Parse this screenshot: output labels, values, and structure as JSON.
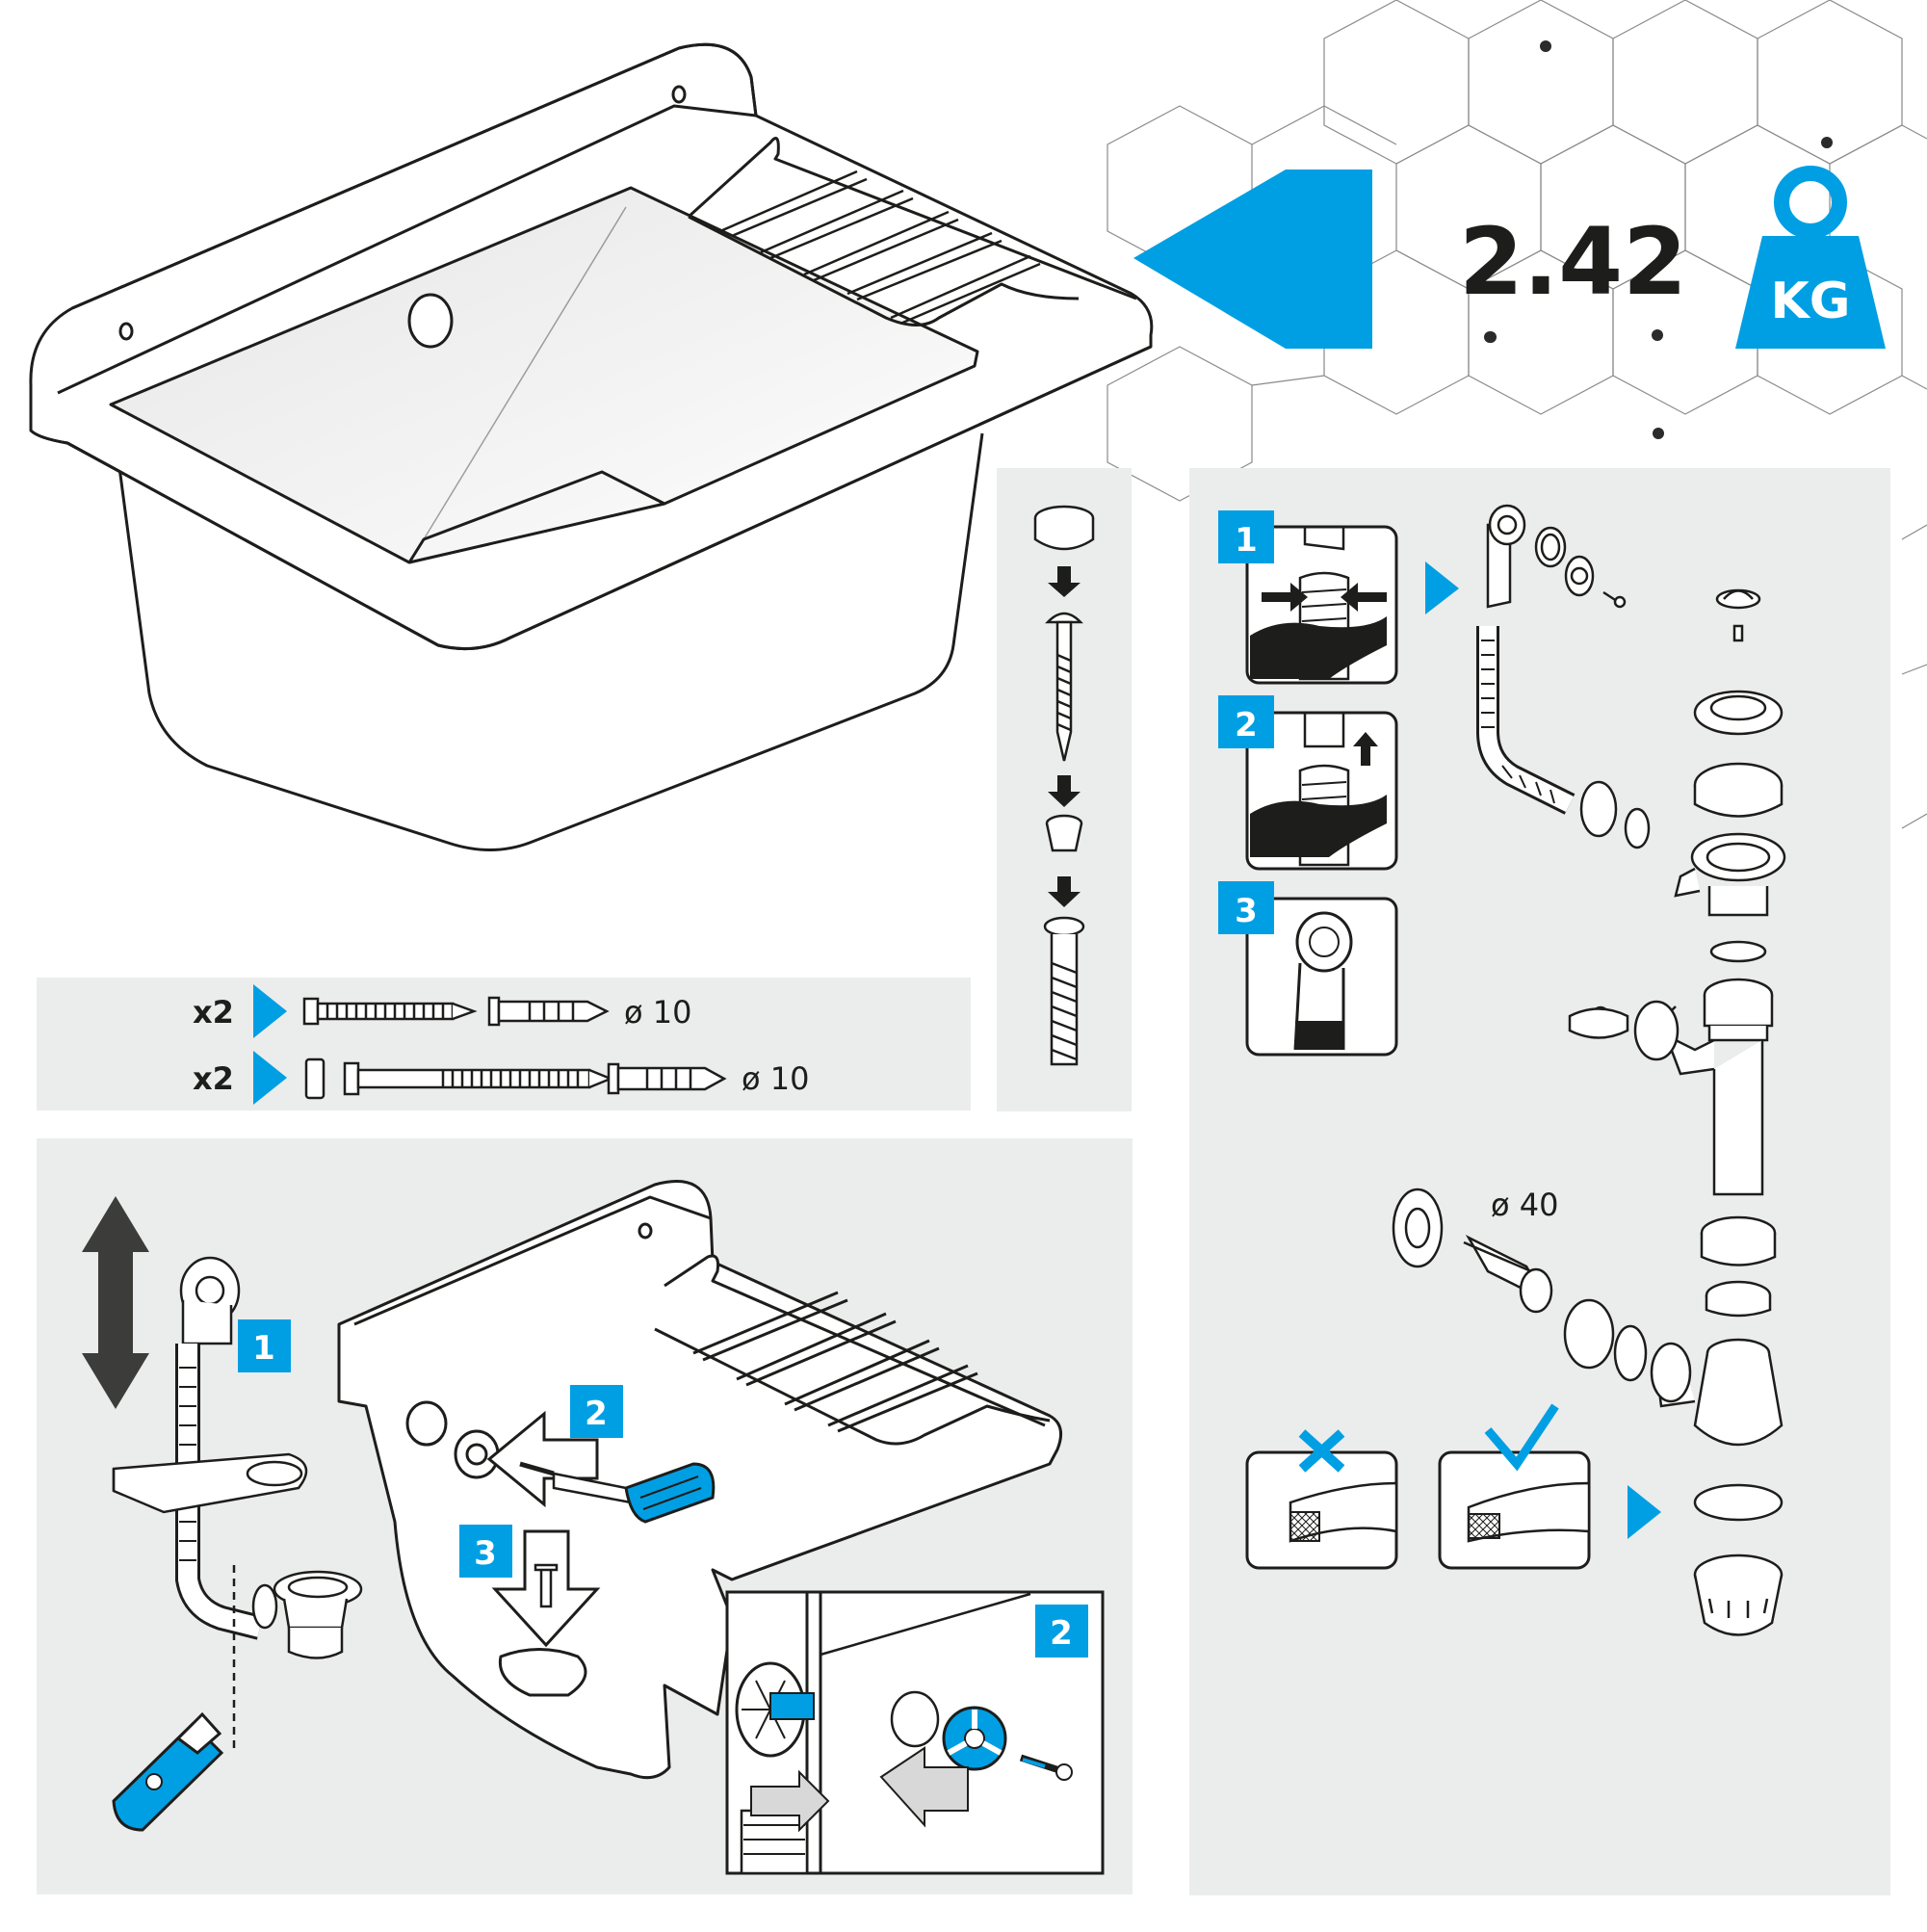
{
  "weight": {
    "value": "2.42",
    "unit": "KG"
  },
  "fixings": [
    {
      "count": "x2",
      "diameter": "ø 10"
    },
    {
      "count": "x2",
      "diameter": "ø 10"
    }
  ],
  "siphon": {
    "pipe_diameter": "ø 40"
  },
  "overflow_steps": [
    "1",
    "2",
    "3"
  ],
  "install_steps": [
    "1",
    "2",
    "3",
    "2"
  ],
  "colors": {
    "accent": "#009fe3",
    "panel": "#ebecec",
    "line": "#1d1d1b",
    "dark": "#3c3c3b"
  }
}
